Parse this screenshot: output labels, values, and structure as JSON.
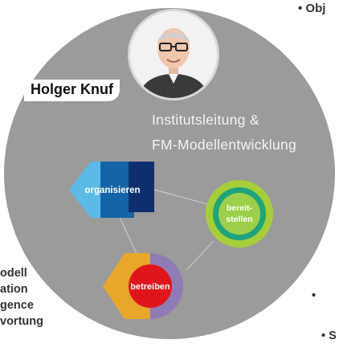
{
  "person": {
    "name": "Holger Knuf",
    "role_line1": "Institutsleitung &",
    "role_line2": "FM-Modellentwicklung"
  },
  "cycle": {
    "organisieren": "organisieren",
    "bereitstellen_line1": "bereit-",
    "bereitstellen_line2": "stellen",
    "betreiben": "betreiben"
  },
  "right_text": {
    "top": "• Obj",
    "bullet_mid": "•",
    "bullet_low": "•",
    "bottom": "• S"
  },
  "left_text": {
    "line1": "odell",
    "line2": "ation",
    "line3": "gence",
    "line4": "vortung"
  },
  "colors": {
    "circle": "#9b9b9b",
    "organisieren_light": "#5bbbe6",
    "organisieren_mid": "#1464a8",
    "organisieren_dark": "#0d2f6e",
    "bereitstellen_outer": "#a6ce39",
    "bereitstellen_ring": "#1fa37c",
    "betreiben_outer": "#e8a72a",
    "betreiben_purple": "#8f7cb4",
    "betreiben_core": "#e0151b"
  }
}
